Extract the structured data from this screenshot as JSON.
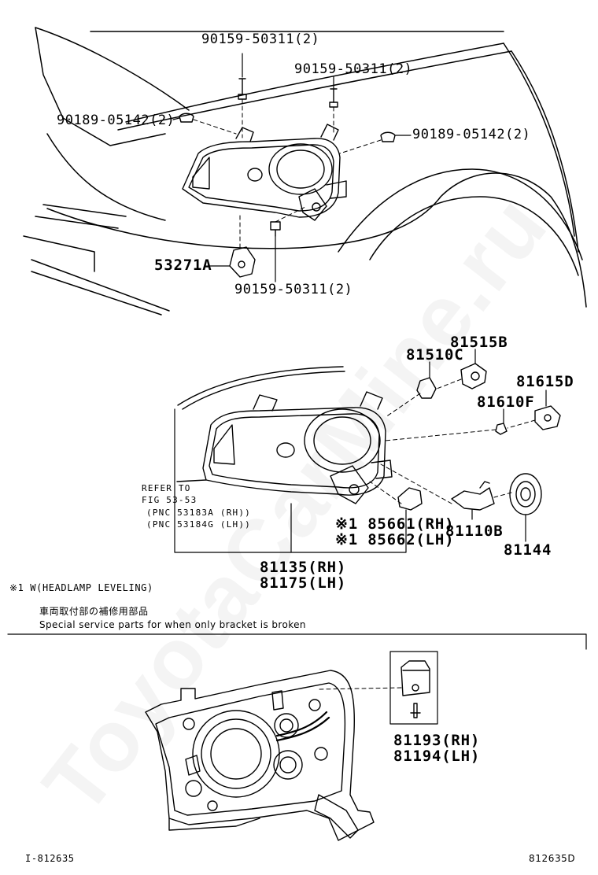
{
  "upper": {
    "screw_left": "90159-50311(2)",
    "screw_right": "90159-50311(2)",
    "clip_left": "90189-05142(2)",
    "clip_right": "90189-05142(2)",
    "bracket": "53271A",
    "screw_bottom": "90159-50311(2)"
  },
  "middle": {
    "socket_b": "81515B",
    "bulb_c": "81510C",
    "socket_d": "81615D",
    "bulb_f": "81610F",
    "refer_line1": "REFER TO",
    "refer_line2": "FIG 53-53",
    "refer_line3": "(PNC 53183A (RH))",
    "refer_line4": "(PNC 53184G (LH))",
    "leveling_rh": "※1 85661(RH)",
    "leveling_lh": "※1 85662(LH)",
    "bulb_main": "81110B",
    "cover": "81144",
    "lamp_rh": "81135(RH)",
    "lamp_lh": "81175(LH)"
  },
  "note": {
    "leveling": "※1 W(HEADLAMP LEVELING)",
    "japanese": "車両取付部の補修用部品",
    "english": "Special service parts for when only bracket is broken"
  },
  "lower": {
    "bracket_rh": "81193(RH)",
    "bracket_lh": "81194(LH)"
  },
  "footer": {
    "left_code": "I-812635",
    "right_code": "812635D"
  },
  "watermark": "ToyotaCarMine.ru"
}
